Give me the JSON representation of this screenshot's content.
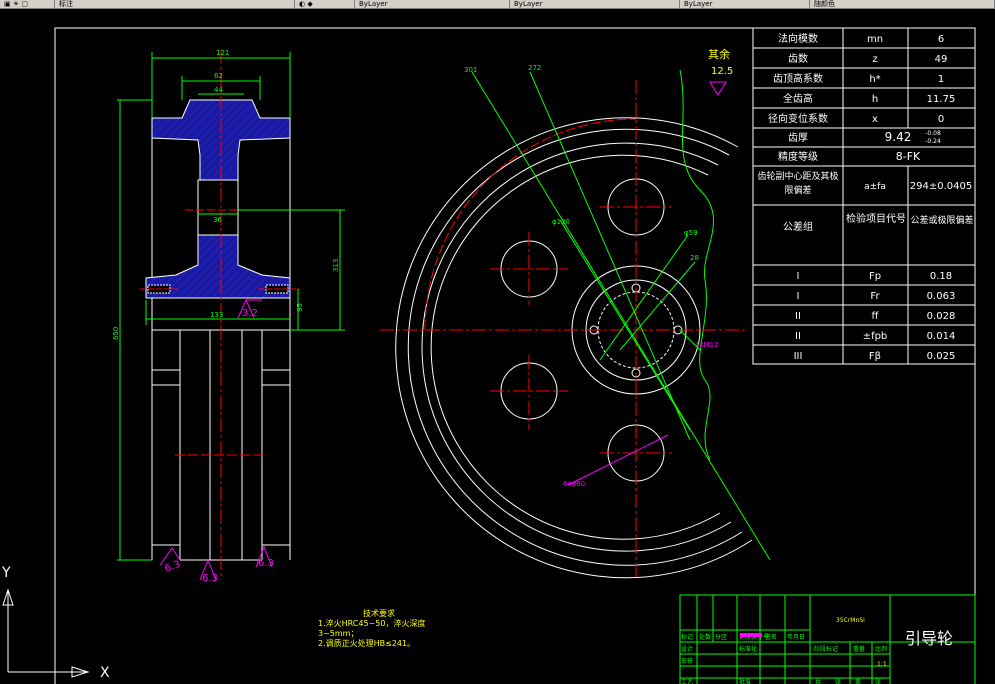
{
  "toolbar": {
    "layer_name": "标注",
    "tabs": [
      "ByLayer",
      "ByLayer",
      "ByLayer",
      "随颜色"
    ]
  },
  "drawing": {
    "dims": {
      "width_top": "121",
      "w62": "62",
      "w44": "44",
      "w36": "36",
      "w133": "133",
      "h313": "313",
      "h95": "95",
      "h650": "650",
      "d301": "301",
      "d272": "272",
      "d120": "φ120",
      "d59": "φ59",
      "r28": "28",
      "holes4": "4xM12",
      "holes6": "6xφ60"
    },
    "roughness": {
      "r32": "3.2",
      "r63a": "6.3",
      "r63b": "6.3",
      "r63c": "6.3",
      "rest_label": "其余",
      "rest_val": "12.5"
    },
    "axis": {
      "x": "X",
      "y": "Y"
    }
  },
  "gear_table": {
    "rows": [
      {
        "name": "法向模数",
        "sym": "mn",
        "val": "6"
      },
      {
        "name": "齿数",
        "sym": "z",
        "val": "49"
      },
      {
        "name": "齿顶高系数",
        "sym": "h*",
        "val": "1"
      },
      {
        "name": "全齿高",
        "sym": "h",
        "val": "11.75"
      },
      {
        "name": "径向变位系数",
        "sym": "x",
        "val": "0"
      }
    ],
    "thickness": {
      "name": "齿厚",
      "val": "9.42",
      "up": "-0.08",
      "low": "-0.24"
    },
    "accuracy": {
      "name": "精度等级",
      "val": "8-FK"
    },
    "center": {
      "name": "齿轮副中心距及其极限偏差",
      "sym": "a±fa",
      "val": "294±0.0405"
    },
    "header": {
      "group": "公差组",
      "item": "检验项目代号",
      "limit": "公差或极限偏差"
    },
    "checks": [
      {
        "group": "I",
        "code": "Fp",
        "val": "0.18"
      },
      {
        "group": "I",
        "code": "Fr",
        "val": "0.063"
      },
      {
        "group": "II",
        "code": "ff",
        "val": "0.028"
      },
      {
        "group": "II",
        "code": "±fpb",
        "val": "0.014"
      },
      {
        "group": "III",
        "code": "Fβ",
        "val": "0.025"
      }
    ]
  },
  "notes": {
    "title": "技术要求",
    "lines": [
      "1.淬火HRC45~50，淬火深度",
      "3~5mm；",
      "2.调质正火处理HB≤241。"
    ]
  },
  "title_block": {
    "part_name": "引导轮",
    "material": "35CrMnSi",
    "scale": "1:1",
    "cells": [
      "标记",
      "处数",
      "分区",
      "更改文件号",
      "签名",
      "年月日",
      "设计",
      "标准化",
      "阶段标记",
      "重量",
      "比例",
      "审核",
      "工艺",
      "批准",
      "共",
      "张",
      "第",
      "张"
    ]
  },
  "colors": {
    "bg": "#000000",
    "green": "#00ff00",
    "red": "#ff0000",
    "white": "#ffffff",
    "magenta": "#ff00ff",
    "yellow": "#ffff00",
    "hatch": "#1a1aa0"
  }
}
